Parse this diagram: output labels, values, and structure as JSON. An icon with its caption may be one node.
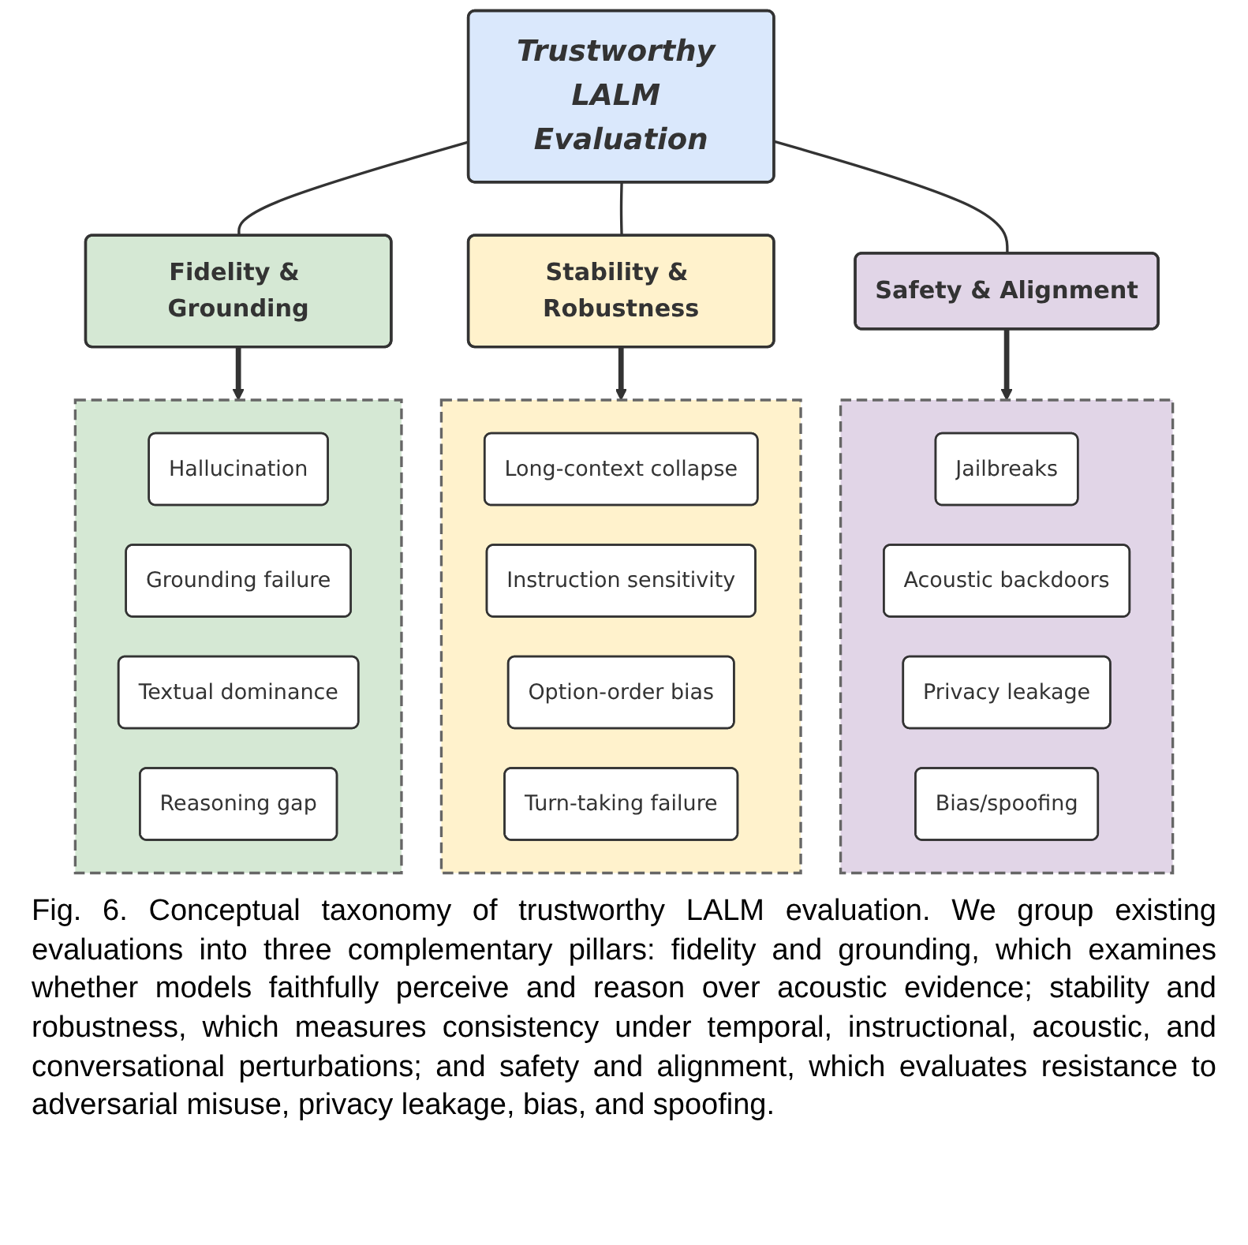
{
  "diagram": {
    "caption": "Fig. 6. Conceptual taxonomy of trustworthy LALM evaluation. We group existing evaluations into three complementary pillars: fidelity and grounding, which examines whether models faithfully perceive and reason over acoustic evidence; stability and robustness, which measures consistency under temporal, instructional, acoustic, and conversational perturbations; and safety and alignment, which evaluates resistance to adversarial misuse, privacy leakage, bias, and spoofing.",
    "nodes": [
      {
        "text": [
          "Trustworthy LALM Evaluation"
        ]
      },
      {
        "text": [
          "Fidelity & Grounding"
        ]
      },
      {
        "text": [
          "Stability & Robustness"
        ]
      },
      {
        "text": [
          "Safety & Alignment"
        ]
      },
      {
        "text": [],
        "shape": "box"
      },
      {
        "text": [
          "Hallucination"
        ],
        "in": 4
      },
      {
        "text": [
          "Grounding failure"
        ],
        "in": 4
      },
      {
        "text": [
          "Textual dominance"
        ],
        "in": 4
      },
      {
        "text": [
          "Reasoning gap"
        ],
        "in": 4
      },
      {
        "text": [],
        "shape": "box"
      },
      {
        "text": [
          "Long-context collapse"
        ],
        "in": 9
      },
      {
        "text": [
          "Instruction sensitivity"
        ],
        "in": 9
      },
      {
        "text": [
          "Option-order bias"
        ],
        "in": 9
      },
      {
        "text": [
          "Turn-taking failure"
        ],
        "in": 9
      },
      {
        "text": [],
        "shape": "box"
      },
      {
        "text": [
          "Jailbreaks"
        ],
        "in": 14
      },
      {
        "text": [
          "Acoustic backdoors"
        ],
        "in": 14
      },
      {
        "text": [
          "Privacy leakage"
        ],
        "in": 14
      },
      {
        "text": [
          "Bias/spoofing"
        ],
        "in": 14
      }
    ],
    "edges": [
      {
        "from": 0,
        "to": 1,
        "arrow": "none"
      },
      {
        "from": 0,
        "to": 2,
        "arrow": "none"
      },
      {
        "from": 0,
        "to": 3,
        "arrow": "none"
      },
      {
        "from": 1,
        "to": 4,
        "arrow": "to",
        "style": "thick"
      },
      {
        "from": 2,
        "to": 9,
        "arrow": "to",
        "style": "thick"
      },
      {
        "from": 3,
        "to": 14,
        "arrow": "to",
        "style": "thick"
      }
    ]
  }
}
